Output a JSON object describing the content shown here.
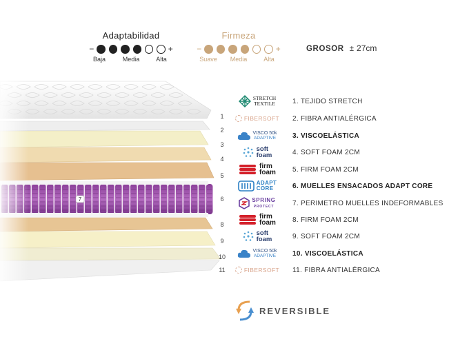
{
  "ratings": {
    "adaptability": {
      "title": "Adaptabilidad",
      "minus": "−",
      "plus": "+",
      "filled": 4,
      "total": 6,
      "labels": {
        "low": "Baja",
        "mid": "Media",
        "high": "Alta"
      },
      "color": "#222222"
    },
    "firmness": {
      "title": "Firmeza",
      "minus": "−",
      "plus": "+",
      "filled": 4,
      "total": 6,
      "labels": {
        "low": "Suave",
        "mid": "Media",
        "high": "Alta"
      },
      "color": "#c8a57a"
    }
  },
  "thickness": {
    "label": "GROSOR",
    "sign": "±",
    "value": "27cm"
  },
  "spring_badge": "7",
  "layer_numbers": [
    "1",
    "2",
    "3",
    "4",
    "5",
    "6",
    "8",
    "9",
    "10",
    "11"
  ],
  "logos": {
    "stretch": [
      "STRETCH",
      "TEXTILE"
    ],
    "fibersoft": "FIBERSOFT",
    "visco": [
      "VISCO 50k",
      "ADAPTIVE"
    ],
    "soft": [
      "soft",
      "foam"
    ],
    "firm": [
      "firm",
      "foam"
    ],
    "adapt": [
      "ADAPT",
      "CORE"
    ],
    "spring": [
      "SPRING",
      "PROTECT"
    ]
  },
  "layers": [
    {
      "label": "1. TEJIDO STRETCH",
      "bold": false
    },
    {
      "label": "2. FIBRA ANTIALÉRGICA",
      "bold": false
    },
    {
      "label": "3. VISCOELÁSTICA",
      "bold": true
    },
    {
      "label": "4. SOFT FOAM 2CM",
      "bold": false
    },
    {
      "label": "5. FIRM FOAM 2CM",
      "bold": false
    },
    {
      "label": "6. MUELLES ENSACADOS ADAPT CORE",
      "bold": true
    },
    {
      "label": "7. PERIMETRO MUELLES INDEFORMABLES",
      "bold": false
    },
    {
      "label": "8. FIRM FOAM 2CM",
      "bold": false
    },
    {
      "label": "9. SOFT FOAM 2CM",
      "bold": false
    },
    {
      "label": "10. VISCOELÁSTICA",
      "bold": true
    },
    {
      "label": "11. FIBRA ANTIALÉRGICA",
      "bold": false
    }
  ],
  "reversible": {
    "label": "REVERSIBLE"
  },
  "colors": {
    "viscoelastic": "#f0eccf",
    "soft_foam": "#efd9ad",
    "firm_foam": "#e6c393",
    "fiber": "#f1f1f1",
    "springs": "#9b4fa8",
    "spring_dark": "#6f2f7d",
    "stretch_icon": "#1f8a72",
    "firm_icon": "#d4202a",
    "adapt_icon": "#2a7fc4",
    "spring_icon": "#6a3fa0"
  }
}
